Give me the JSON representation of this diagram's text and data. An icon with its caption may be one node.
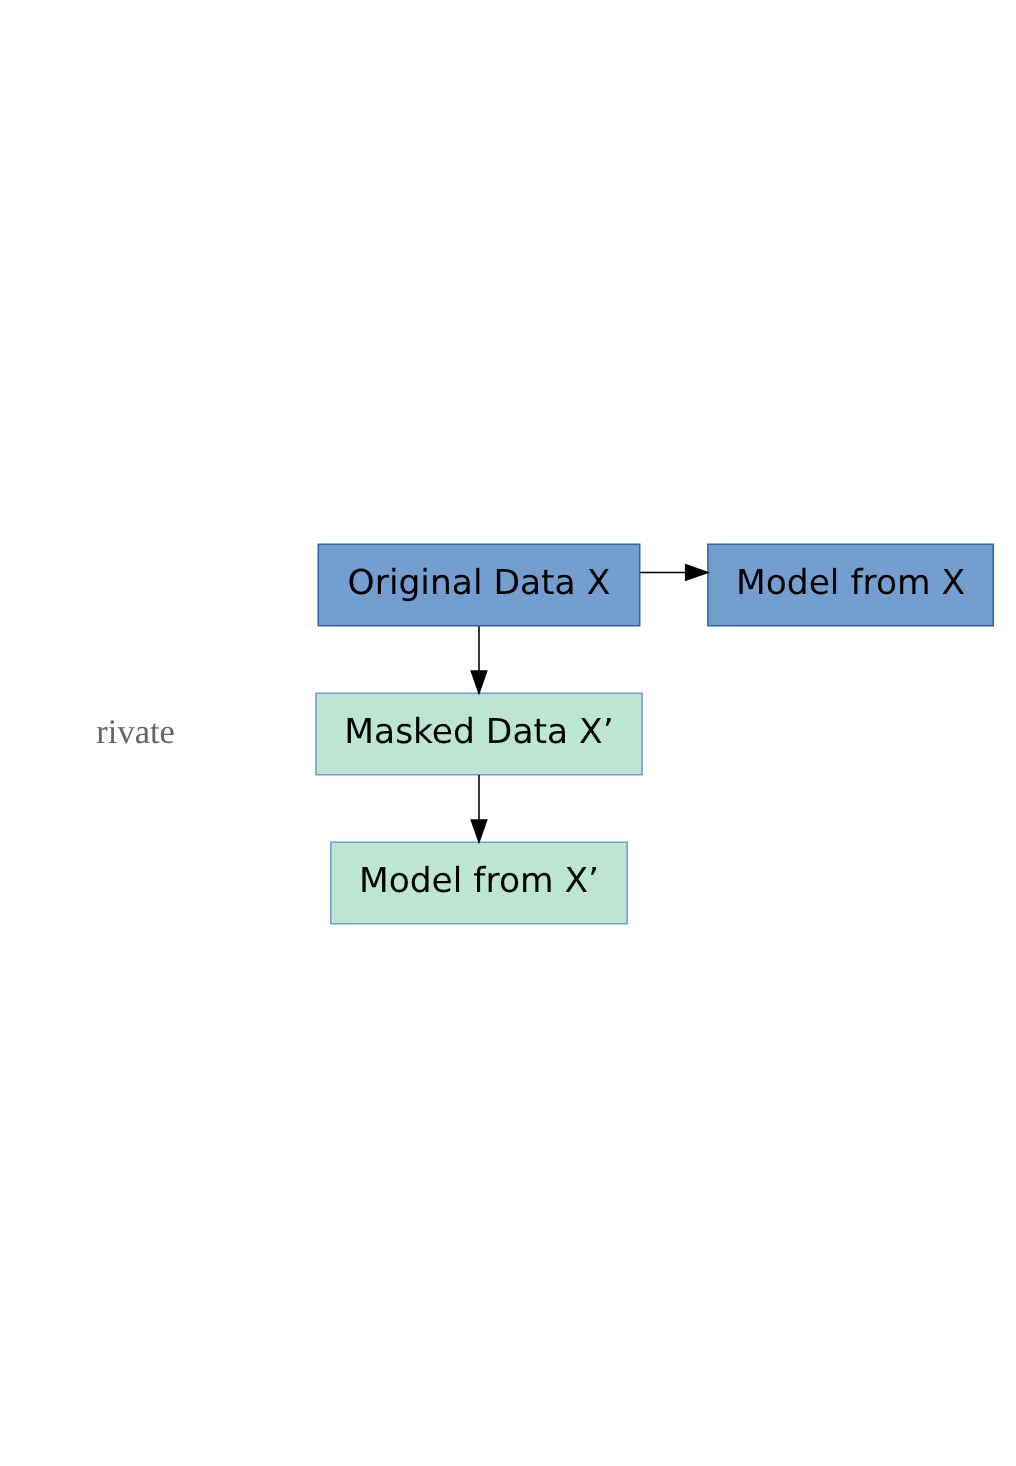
{
  "diagram": {
    "nodes": [
      {
        "text": [
          "Original Data X"
        ]
      },
      {
        "text": [
          "Model from X"
        ]
      },
      {
        "text": [
          "Masked Data X’"
        ]
      },
      {
        "text": [
          "Model from X’"
        ]
      }
    ],
    "edges": [
      {
        "from": 0,
        "to": 1,
        "arrow": "to"
      },
      {
        "from": 0,
        "to": 2,
        "arrow": "to"
      },
      {
        "from": 2,
        "to": 3,
        "arrow": "to"
      }
    ],
    "labels": [
      "rivate"
    ]
  }
}
